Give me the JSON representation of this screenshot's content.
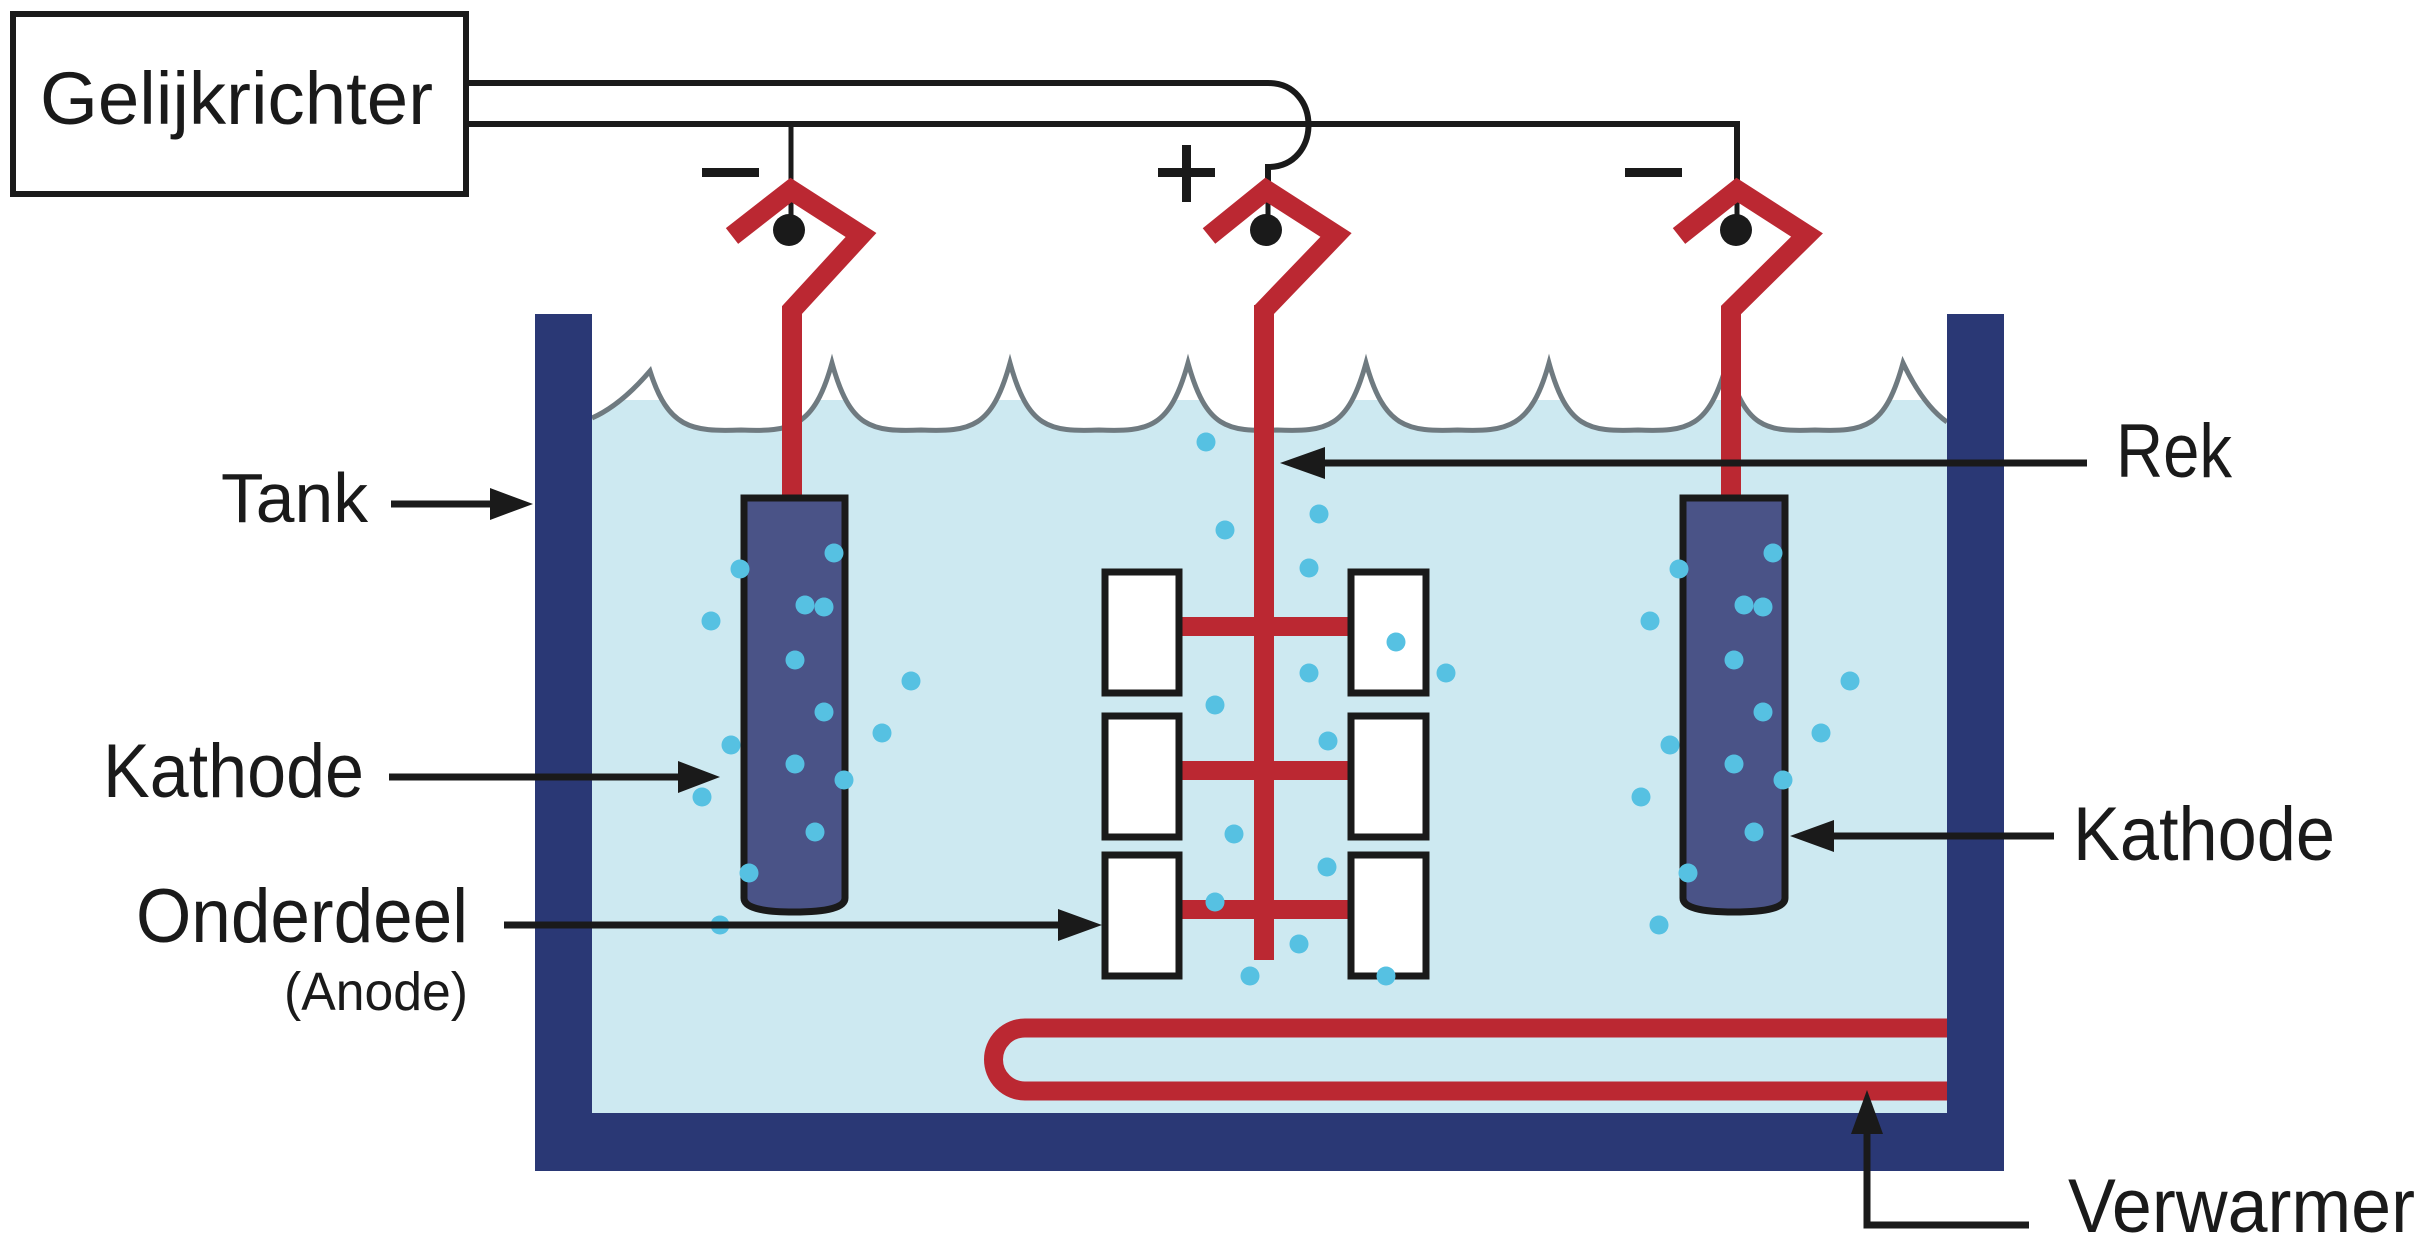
{
  "title": "Galvaniseren schema",
  "colors": {
    "tank": "#2a3875",
    "water": "#cde9f1",
    "rod": "#bb2832",
    "cathode": "#4a5387",
    "bubble": "#56c1e2",
    "wave": "#6f7a80",
    "ink": "#1a1a1a"
  },
  "labels": {
    "rectifier": "Gelijkrichter",
    "tank": "Tank",
    "cathode_left": "Kathode",
    "part": "Onderdeel",
    "part_sub": "(Anode)",
    "rack": "Rek",
    "cathode_right": "Kathode",
    "heater": "Verwarmer"
  },
  "polarity": {
    "left": "−",
    "center": "+",
    "right": "−"
  },
  "components": [
    {
      "name": "rectifier",
      "label": "Gelijkrichter"
    },
    {
      "name": "tank",
      "label": "Tank"
    },
    {
      "name": "cathode",
      "count": 2,
      "label": "Kathode",
      "polarity": "negative"
    },
    {
      "name": "rack",
      "label": "Rek",
      "polarity": "positive"
    },
    {
      "name": "part",
      "count": 6,
      "label": "Onderdeel (Anode)"
    },
    {
      "name": "heater",
      "label": "Verwarmer"
    }
  ]
}
